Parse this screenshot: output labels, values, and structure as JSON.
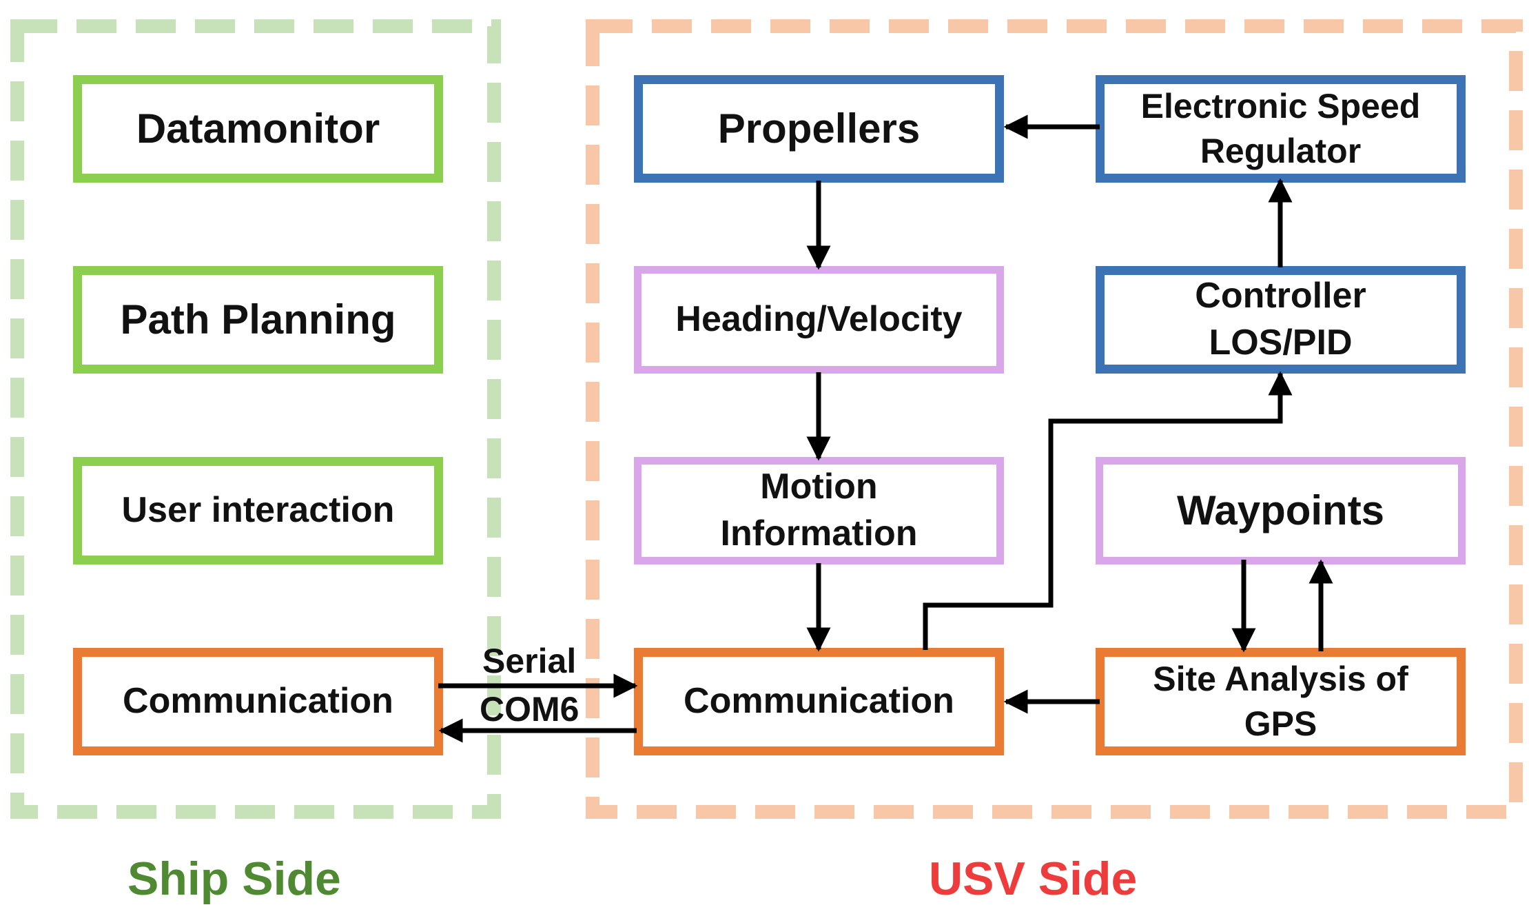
{
  "colors": {
    "ship_frame": "#c7e2b8",
    "usv_frame": "#f7c7a8",
    "green_box": "#8ccf4f",
    "purple_box": "#d9a6ea",
    "blue_box": "#3b73b4",
    "orange_box": "#ea7b32",
    "ship_label": "#4f8a32",
    "usv_label": "#ee3b3b",
    "arrow": "#000000"
  },
  "groups": {
    "ship": {
      "label": "Ship Side"
    },
    "usv": {
      "label": "USV Side"
    }
  },
  "ship": {
    "datamonitor": "Datamonitor",
    "path_planning": "Path Planning",
    "user_interaction": "User interaction",
    "communication": "Communication"
  },
  "usv": {
    "propellers": "Propellers",
    "esc": "Electronic Speed\nRegulator",
    "heading_velocity": "Heading/Velocity",
    "controller": "Controller\nLOS/PID",
    "motion_info": "Motion\nInformation",
    "waypoints": "Waypoints",
    "communication": "Communication",
    "site_analysis": "Site Analysis of\nGPS"
  },
  "link": {
    "serial": "Serial",
    "com": "COM6"
  }
}
